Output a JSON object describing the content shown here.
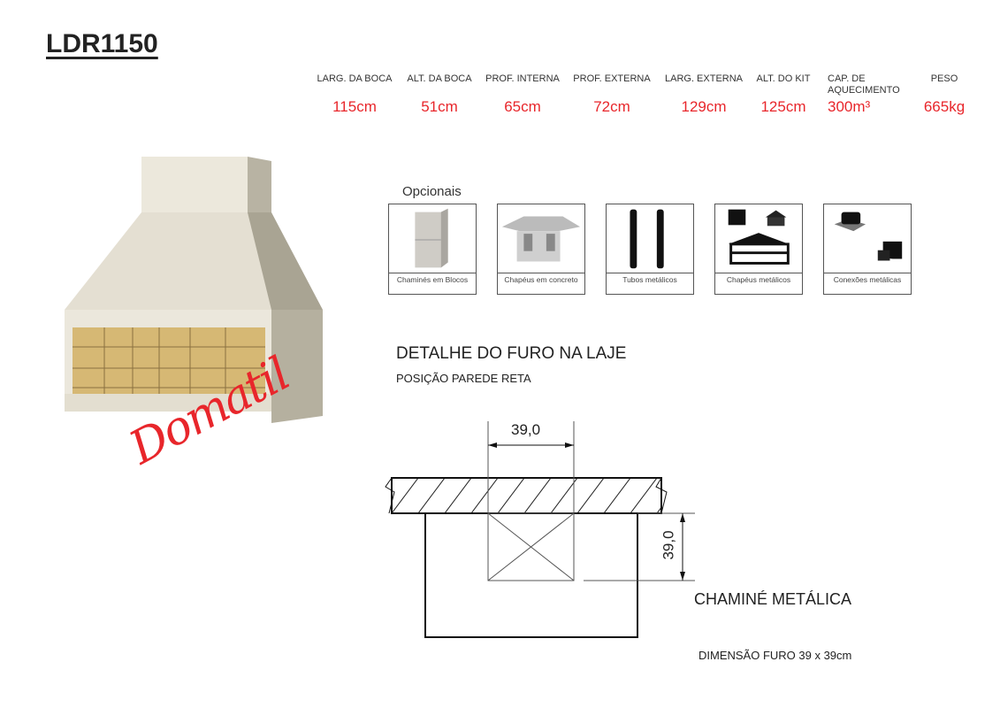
{
  "title": "LDR1150",
  "specs": [
    {
      "label": "LARG. DA BOCA",
      "value": "115cm"
    },
    {
      "label": "ALT. DA BOCA",
      "value": "51cm"
    },
    {
      "label": "PROF. INTERNA",
      "value": "65cm"
    },
    {
      "label": "PROF. EXTERNA",
      "value": "72cm"
    },
    {
      "label": "LARG. EXTERNA",
      "value": "129cm"
    },
    {
      "label": "ALT. DO KIT",
      "value": "125cm"
    },
    {
      "label": "CAP. DE AQUECIMENTO",
      "value": "300m³"
    },
    {
      "label": "PESO",
      "value": "665kg"
    }
  ],
  "brand": "Domatil",
  "optionals": {
    "label": "Opcionais",
    "items": [
      {
        "caption": "Chaminés em Blocos",
        "icon": "block-chimney-icon"
      },
      {
        "caption": "Chapéus em concreto",
        "icon": "concrete-cap-icon"
      },
      {
        "caption": "Tubos metálicos",
        "icon": "metal-tube-icon"
      },
      {
        "caption": "Chapéus metálicos",
        "icon": "metal-cap-icon"
      },
      {
        "caption": "Conexões metálicas",
        "icon": "metal-connection-icon"
      }
    ]
  },
  "detail": {
    "title": "DETALHE DO FURO NA LAJE",
    "subtitle": "POSIÇÃO PAREDE RETA",
    "dim_width": "39,0",
    "dim_depth": "39,0",
    "chimney_label": "CHAMINÉ METÁLICA",
    "hole_dimension": "DIMENSÃO FURO 39 x 39cm"
  },
  "colors": {
    "accent": "#e8262b"
  }
}
